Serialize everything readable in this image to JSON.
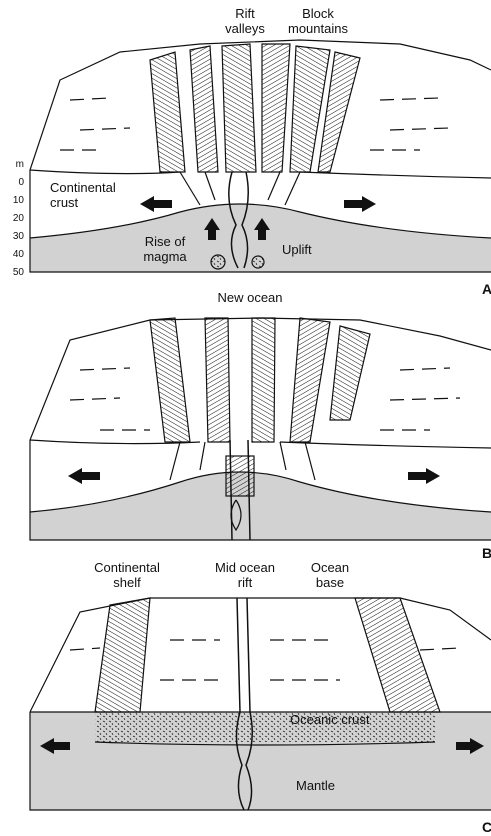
{
  "colors": {
    "mantle_fill": "#d2d2d2",
    "line": "#111111",
    "background": "#ffffff"
  },
  "scale": {
    "unit": "m",
    "ticks": [
      "0",
      "10",
      "20",
      "30",
      "40",
      "50"
    ]
  },
  "panel_a": {
    "letter": "A",
    "labels": {
      "rift_valleys": "Rift\nvalleys",
      "block_mountains": "Block\nmountains",
      "continental_crust": "Continental\ncrust",
      "rise_of_magma": "Rise of\nmagma",
      "uplift": "Uplift"
    }
  },
  "panel_b": {
    "letter": "B",
    "caption": "New ocean"
  },
  "panel_c": {
    "letter": "C",
    "labels": {
      "continental_shelf": "Continental\nshelf",
      "mid_ocean_rift": "Mid ocean\nrift",
      "ocean_base": "Ocean\nbase",
      "oceanic_crust": "Oceanic crust",
      "mantle": "Mantle"
    }
  },
  "icons": {
    "arrow_left": "arrow-left-icon",
    "arrow_right": "arrow-right-icon",
    "arrow_up": "arrow-up-icon"
  }
}
